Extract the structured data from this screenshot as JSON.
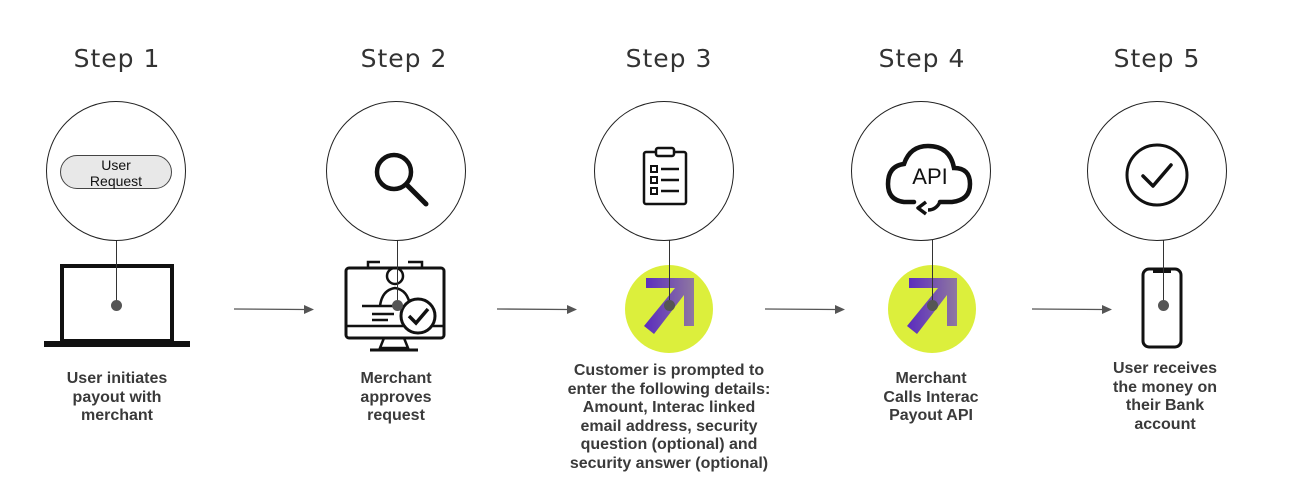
{
  "steps": [
    {
      "title": "Step 1",
      "description_lines": [
        "User initiates",
        "payout with",
        "merchant"
      ],
      "badge_lines": [
        "User",
        "Request"
      ]
    },
    {
      "title": "Step 2",
      "description_lines": [
        "Merchant",
        "approves",
        "request"
      ]
    },
    {
      "title": "Step 3",
      "description_lines": [
        "Customer is prompted to",
        "enter the following details:",
        "Amount,  Interac linked",
        "email address, security",
        "question (optional) and",
        "security answer (optional)"
      ]
    },
    {
      "title": "Step 4",
      "description_lines": [
        "Merchant",
        "Calls Interac",
        "Payout API"
      ],
      "icon_text": "API"
    },
    {
      "title": "Step 5",
      "description_lines": [
        "User receives",
        "the money on",
        "their Bank",
        "account"
      ]
    }
  ],
  "icons": [
    "laptop-icon",
    "search-icon",
    "merchant-monitor-icon",
    "clipboard-icon",
    "api-cloud-icon",
    "brand-arrow-logo",
    "smartphone-icon",
    "checkmark-icon"
  ],
  "colors": {
    "accent": "#dcef3c",
    "brand_purple": "#5a2bbf",
    "line": "#333333"
  }
}
